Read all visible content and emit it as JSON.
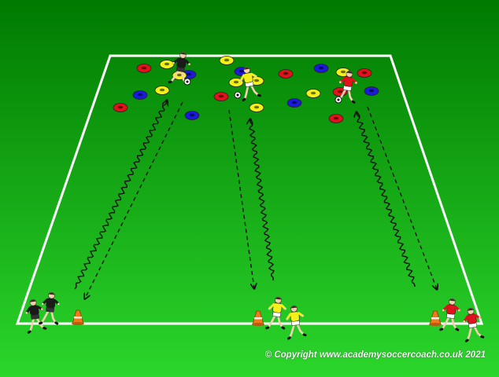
{
  "copyright": "© Copyright www.academysoccercoach.co.uk 2021",
  "colors": {
    "pitch_top": "#007a00",
    "pitch_bottom": "#2bd62b",
    "lines": "#ffffff",
    "disc_red": "#e0121b",
    "disc_blue": "#1a1ad8",
    "disc_yellow": "#f2f21a",
    "cone": "#f07a1a",
    "team_black": "#1a1a1a",
    "team_yellow": "#f4f01a",
    "team_red": "#e0121b"
  },
  "players": {
    "black": {
      "count": 3,
      "shirt_color": "black"
    },
    "yellow": {
      "count": 3,
      "shirt_color": "yellow"
    },
    "red": {
      "count": 3,
      "shirt_color": "red"
    }
  },
  "equipment": {
    "cones": 3,
    "discs": {
      "red": 7,
      "blue": 7,
      "yellow": 9
    },
    "balls": 3
  },
  "icons": {
    "ball": "soccer-ball-icon",
    "cone": "traffic-cone-icon",
    "disc": "marker-disc-icon",
    "player": "player-figure-icon"
  }
}
